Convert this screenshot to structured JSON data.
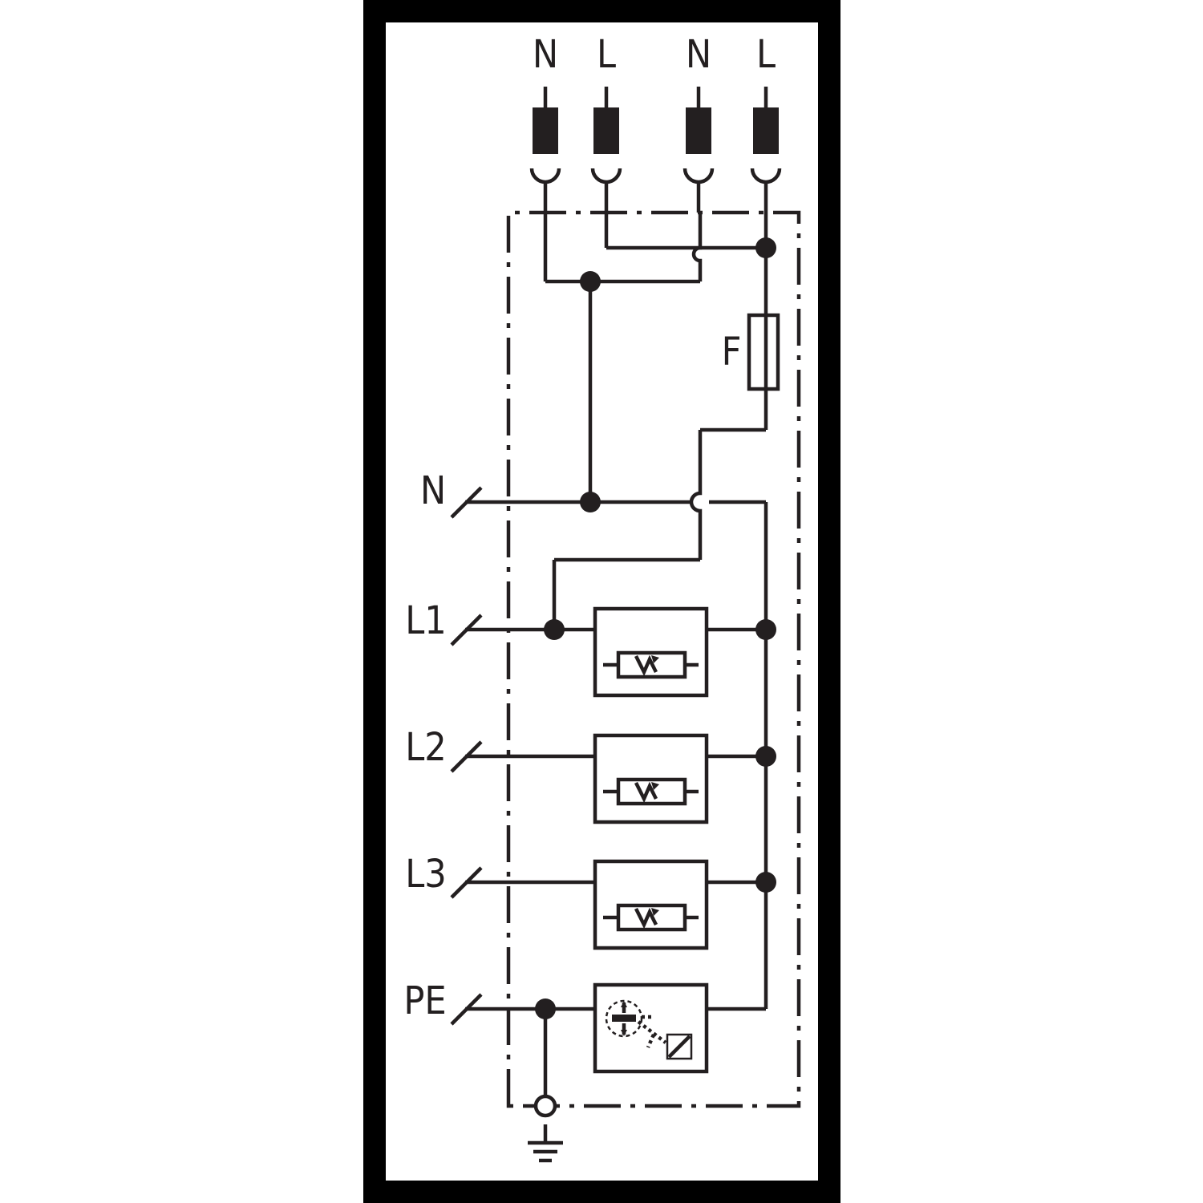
{
  "top_terminals": [
    {
      "id": "t1",
      "label": "N"
    },
    {
      "id": "t2",
      "label": "L"
    },
    {
      "id": "t3",
      "label": "N"
    },
    {
      "id": "t4",
      "label": "L"
    }
  ],
  "fuse": {
    "label": "F"
  },
  "side_terminals": [
    {
      "id": "s_n",
      "label": "N"
    },
    {
      "id": "s_l1",
      "label": "L1"
    },
    {
      "id": "s_l2",
      "label": "L2"
    },
    {
      "id": "s_l3",
      "label": "L3"
    },
    {
      "id": "s_pe",
      "label": "PE"
    }
  ],
  "colors": {
    "ink": "#231f20",
    "frame": "#000000",
    "background": "#ffffff"
  }
}
